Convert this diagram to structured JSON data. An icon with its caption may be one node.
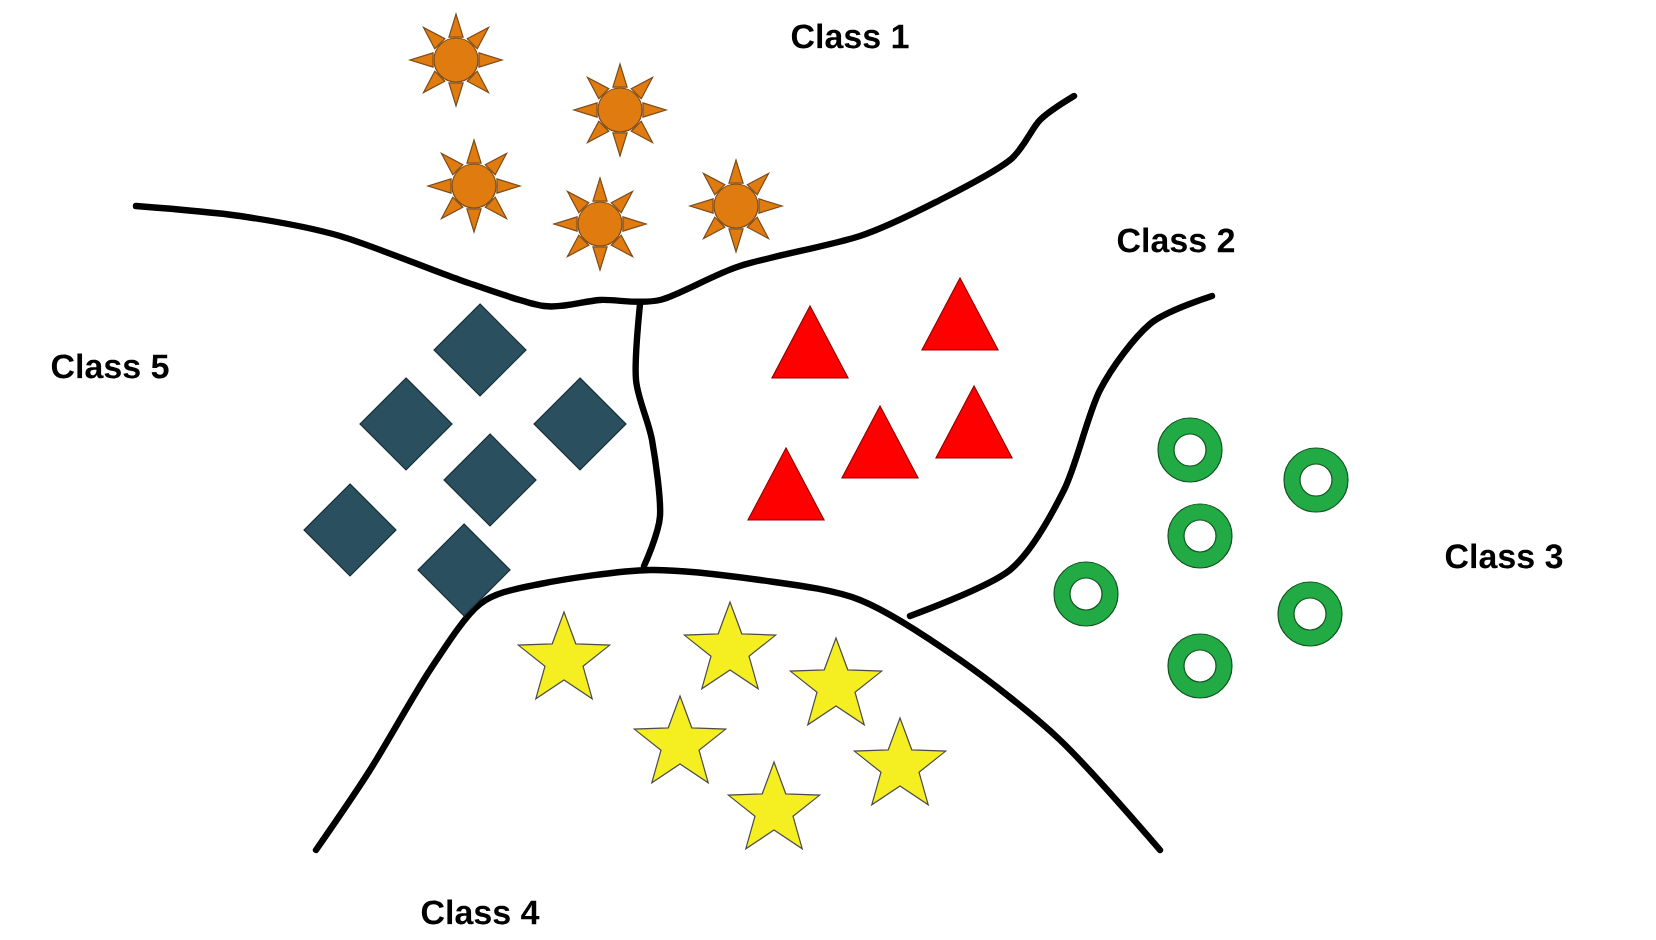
{
  "diagram": {
    "labels": [
      "Class 1",
      "Class 2",
      "Class 5",
      "Class 3",
      "Class 4"
    ]
  }
}
